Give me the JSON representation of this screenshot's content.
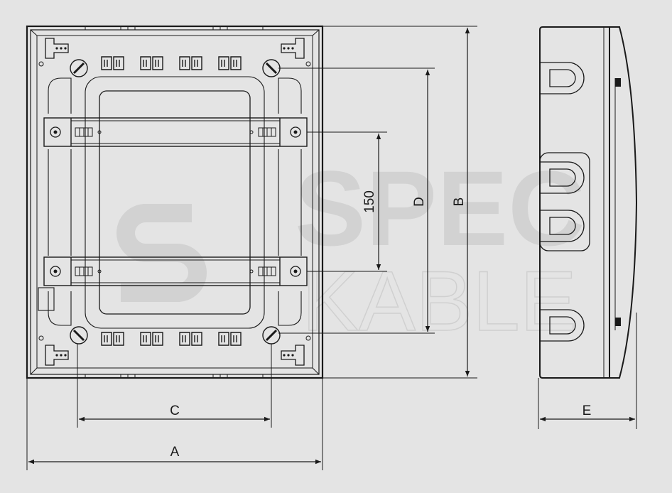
{
  "watermark": {
    "line1": "SPEC",
    "line2": "KABLE"
  },
  "dimensions": {
    "a": "A",
    "b": "B",
    "c": "C",
    "d": "D",
    "e": "E",
    "rail_spacing": "150"
  },
  "colors": {
    "background": "#e4e4e4",
    "line": "#1a1a1a",
    "watermark": "#d2d2d2"
  }
}
